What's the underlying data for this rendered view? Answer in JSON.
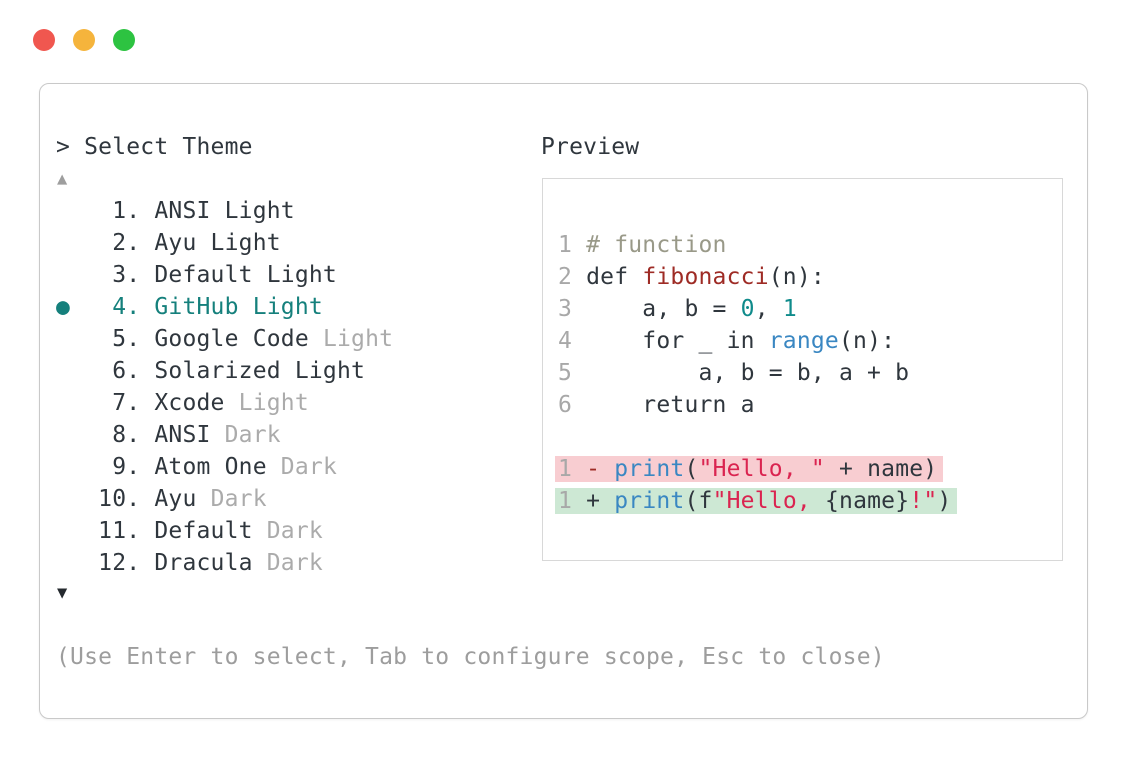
{
  "window": {
    "traffic_lights": [
      {
        "name": "close",
        "color": "#f0574f"
      },
      {
        "name": "minimize",
        "color": "#f5b43c"
      },
      {
        "name": "zoom",
        "color": "#2dc341"
      }
    ]
  },
  "prompt": {
    "text": "> Select Theme"
  },
  "scroll": {
    "up_arrow": "▲",
    "down_arrow": "▼"
  },
  "themes": {
    "bullet": "●",
    "selected_index": 3,
    "accent_color": "#15807c",
    "items": [
      {
        "number": " 1",
        "name": "ANSI Light",
        "muted": "",
        "selected": false
      },
      {
        "number": " 2",
        "name": "Ayu Light",
        "muted": "",
        "selected": false
      },
      {
        "number": " 3",
        "name": "Default Light",
        "muted": "",
        "selected": false
      },
      {
        "number": " 4",
        "name": "GitHub Light",
        "muted": "",
        "selected": true
      },
      {
        "number": " 5",
        "name": "Google Code",
        "muted": "Light",
        "selected": false
      },
      {
        "number": " 6",
        "name": "Solarized Light",
        "muted": "",
        "selected": false
      },
      {
        "number": " 7",
        "name": "Xcode",
        "muted": "Light",
        "selected": false
      },
      {
        "number": " 8",
        "name": "ANSI",
        "muted": "Dark",
        "selected": false
      },
      {
        "number": " 9",
        "name": "Atom One",
        "muted": "Dark",
        "selected": false
      },
      {
        "number": "10",
        "name": "Ayu",
        "muted": "Dark",
        "selected": false
      },
      {
        "number": "11",
        "name": "Default",
        "muted": "Dark",
        "selected": false
      },
      {
        "number": "12",
        "name": "Dracula",
        "muted": "Dark",
        "selected": false
      }
    ]
  },
  "preview": {
    "label": "Preview",
    "diff_colors": {
      "removed_bg": "#f8cdd1",
      "added_bg": "#cde8d4"
    },
    "syntax_colors": {
      "line_number": "#a8a8a8",
      "comment": "#999988",
      "function_name": "#9e2b25",
      "number_literal": "#0f8b8b",
      "builtin": "#3a87c2",
      "string": "#da2450",
      "default": "#2f363d"
    },
    "lines": [
      {
        "bg": "none",
        "segs": [
          [
            "ln",
            "1 "
          ],
          [
            "com",
            "# function"
          ]
        ]
      },
      {
        "bg": "none",
        "segs": [
          [
            "ln",
            "2 "
          ],
          [
            "cde",
            "def "
          ],
          [
            "fn",
            "fibonacci"
          ],
          [
            "cde",
            "(n):"
          ]
        ]
      },
      {
        "bg": "none",
        "segs": [
          [
            "ln",
            "3 "
          ],
          [
            "cde",
            "    a, b = "
          ],
          [
            "num",
            "0"
          ],
          [
            "cde",
            ", "
          ],
          [
            "num",
            "1"
          ]
        ]
      },
      {
        "bg": "none",
        "segs": [
          [
            "ln",
            "4 "
          ],
          [
            "cde",
            "    for _ in "
          ],
          [
            "blt",
            "range"
          ],
          [
            "cde",
            "(n):"
          ]
        ]
      },
      {
        "bg": "none",
        "segs": [
          [
            "ln",
            "5 "
          ],
          [
            "cde",
            "        a, b = b, a + b"
          ]
        ]
      },
      {
        "bg": "none",
        "segs": [
          [
            "ln",
            "6 "
          ],
          [
            "cde",
            "    return a"
          ]
        ]
      },
      {
        "bg": "none",
        "segs": []
      },
      {
        "bg": "del",
        "segs": [
          [
            "ln",
            "1 "
          ],
          [
            "del",
            "- "
          ],
          [
            "blt",
            "print"
          ],
          [
            "cde",
            "("
          ],
          [
            "str",
            "\"Hello, \""
          ],
          [
            "cde",
            " + name)"
          ]
        ]
      },
      {
        "bg": "add",
        "segs": [
          [
            "ln",
            "1 "
          ],
          [
            "cde",
            "+ "
          ],
          [
            "blt",
            "print"
          ],
          [
            "cde",
            "(f"
          ],
          [
            "str",
            "\"Hello, "
          ],
          [
            "cde",
            "{name}"
          ],
          [
            "str",
            "!\""
          ],
          [
            "cde",
            ")"
          ]
        ]
      }
    ]
  },
  "hint": {
    "text": "(Use Enter to select, Tab to configure scope, Esc to close)"
  }
}
